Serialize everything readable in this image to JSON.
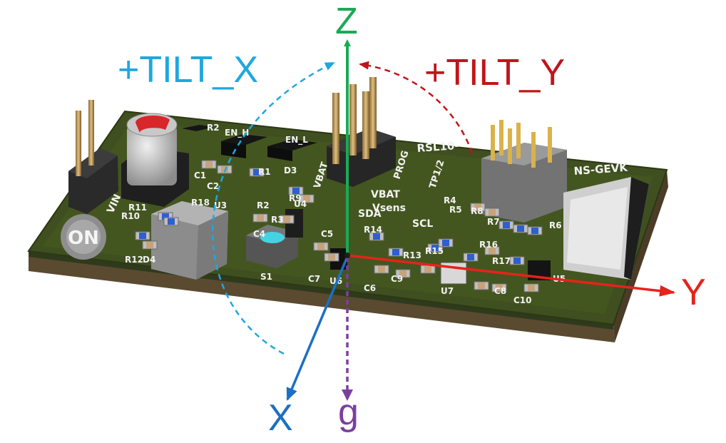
{
  "axes": {
    "z": {
      "label": "Z",
      "color": "#1aaa55"
    },
    "y": {
      "label": "Y",
      "color": "#e5231b"
    },
    "x": {
      "label": "X",
      "color": "#1b6fc4"
    },
    "g": {
      "label": "g",
      "color": "#7b3fa0"
    }
  },
  "tilt": {
    "x": {
      "label": "+TILT_X",
      "color": "#1fa7e0"
    },
    "y": {
      "label": "+TILT_Y",
      "color": "#c0151a"
    }
  },
  "board": {
    "logo": "ON",
    "silkscreen": {
      "board_name": "RSL10-",
      "board_suffix": "NS-GEVK",
      "vin": "VIN",
      "vbat_vert": "VBAT",
      "prog": "PROG",
      "tp": "TP1/2",
      "vbat": "VBAT",
      "vsens": "Vsens",
      "sda": "SDA",
      "scl": "SCL",
      "en_h": "EN_H",
      "en_l": "EN_L",
      "refs": [
        "R2",
        "R1",
        "D3",
        "C1",
        "C2",
        "R9",
        "R18",
        "U3",
        "R2",
        "U4",
        "R3",
        "C4",
        "C5",
        "R11",
        "R10",
        "R12",
        "D4",
        "S1",
        "C7",
        "U6",
        "C6",
        "C9",
        "R13",
        "U7",
        "C8",
        "C10",
        "R14",
        "R15",
        "R16",
        "R17",
        "R4",
        "R5",
        "R8",
        "R7",
        "R6",
        "U5"
      ]
    }
  }
}
